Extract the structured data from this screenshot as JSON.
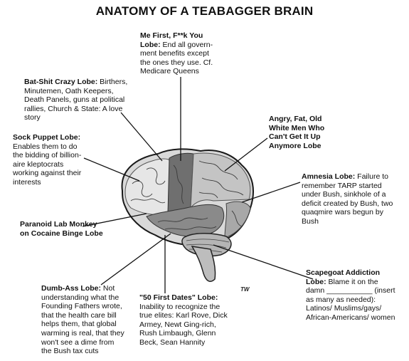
{
  "title": "ANATOMY OF A TEABAGGER BRAIN",
  "signature": "TW",
  "labels": [
    {
      "id": "me-first",
      "bold": "Me First, F**k You Lobe:",
      "text": " End all govern-ment benefits except the ones they use. Cf. Medicare Queens"
    },
    {
      "id": "bat-shit",
      "bold": "Bat-Shit Crazy Lobe:",
      "text": " Birthers, Minutemen, Oath Keepers, Death Panels, guns at political rallies, Church & State: A love story"
    },
    {
      "id": "angry-fat",
      "bold": "Angry, Fat, Old White Men Who Can't Get It Up Anymore Lobe",
      "text": ""
    },
    {
      "id": "sock-puppet",
      "bold": "Sock Puppet Lobe:",
      "text": " Enables them to do the bidding of billion-aire kleptocrats working against their interests"
    },
    {
      "id": "amnesia",
      "bold": "Amnesia Lobe:",
      "text": " Failure to remember TARP started under Bush, sinkhole of a deficit created by Bush, two quaqmire wars begun by Bush"
    },
    {
      "id": "paranoid",
      "bold": "Paranoid Lab Monkey on Cocaine Binge Lobe",
      "text": ""
    },
    {
      "id": "scapegoat",
      "bold": "Scapegoat Addiction Lobe:",
      "text": " Blame it on the damn ___________ (insert as many as needed): Latinos/ Muslims/gays/ African-Americans/ women"
    },
    {
      "id": "dumb-ass",
      "bold": "Dumb-Ass Lobe:",
      "text": " Not understanding what the Founding Fathers wrote, that the health care bill helps them, that global warming is real, that they won't see a dime from the Bush tax cuts"
    },
    {
      "id": "fifty-dates",
      "bold": "\"50 First Dates\" Lobe:",
      "text": " Inability to recognize the true elites: Karl Rove, Dick Armey, Newt Ging-rich, Rush Limbaugh, Glenn Beck, Sean Hannity"
    }
  ]
}
